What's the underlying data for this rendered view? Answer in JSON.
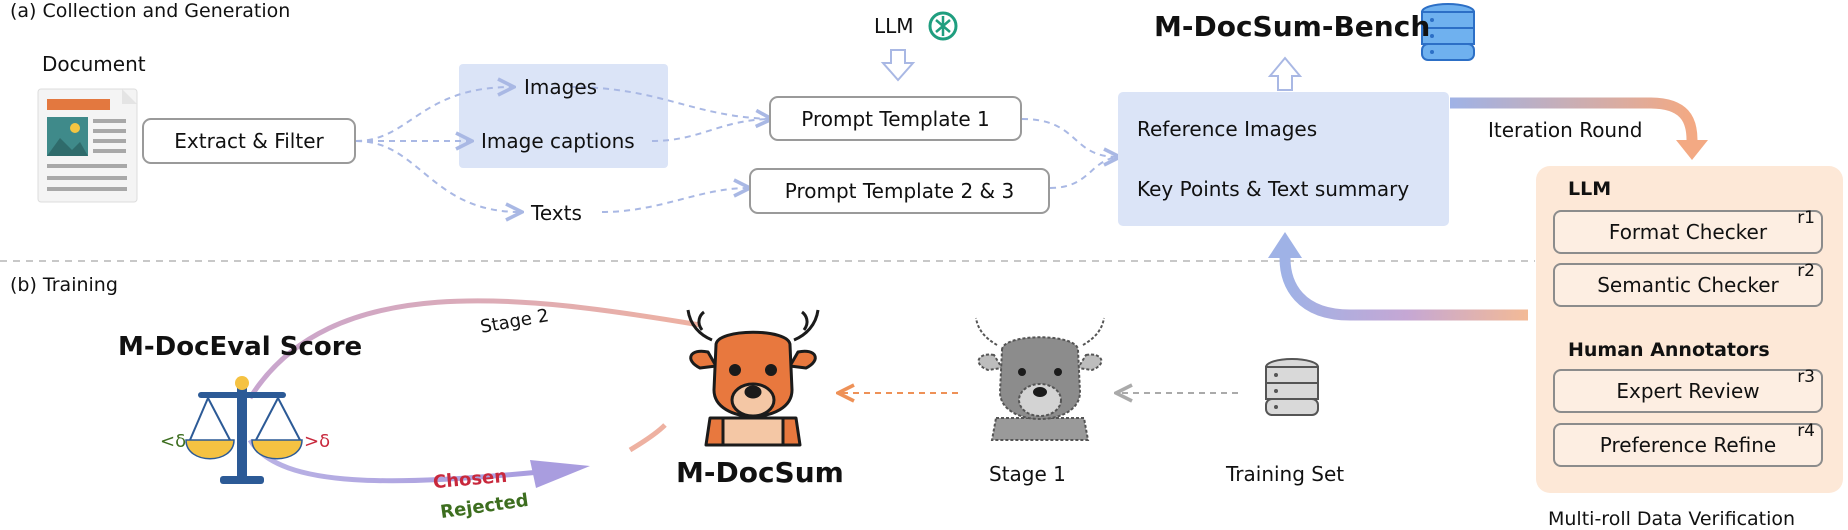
{
  "sections": {
    "a_title": "(a) Collection and Generation",
    "b_title": "(b) Training"
  },
  "collection": {
    "document_label": "Document",
    "extract_filter": "Extract & Filter",
    "images": "Images",
    "image_captions": "Image captions",
    "texts": "Texts",
    "llm_label": "LLM",
    "prompt_template_1": "Prompt Template 1",
    "prompt_template_23": "Prompt Template 2 & 3",
    "bench_title": "M-DocSum-Bench",
    "reference_images": "Reference Images",
    "key_points": "Key Points & Text summary",
    "iteration_round": "Iteration Round"
  },
  "verification": {
    "llm_label": "LLM",
    "format_checker": "Format Checker",
    "format_tag": "r1",
    "semantic_checker": "Semantic Checker",
    "semantic_tag": "r2",
    "human_label": "Human Annotators",
    "expert_review": "Expert Review",
    "expert_tag": "r3",
    "preference_refine": "Preference Refine",
    "preference_tag": "r4",
    "caption": "Multi-roll Data Verification"
  },
  "training": {
    "score_title": "M-DocEval Score",
    "less_delta": "<δ",
    "greater_delta": ">δ",
    "stage2": "Stage 2",
    "chosen": "Chosen",
    "rejected": "Rejected",
    "model_name": "M-DocSum",
    "stage1": "Stage 1",
    "training_set": "Training Set"
  },
  "colors": {
    "blue_panel": "#dbe4f7",
    "peach_panel": "#fde8d7",
    "arrow_blue": "#a9b8e4",
    "arrow_orange": "#f1a77b",
    "deer_orange": "#e8783e",
    "chosen_red": "#c8283c",
    "rejected_green": "#3d6e1f",
    "scale_blue": "#2c5a96",
    "scale_yellow": "#f5c242"
  }
}
